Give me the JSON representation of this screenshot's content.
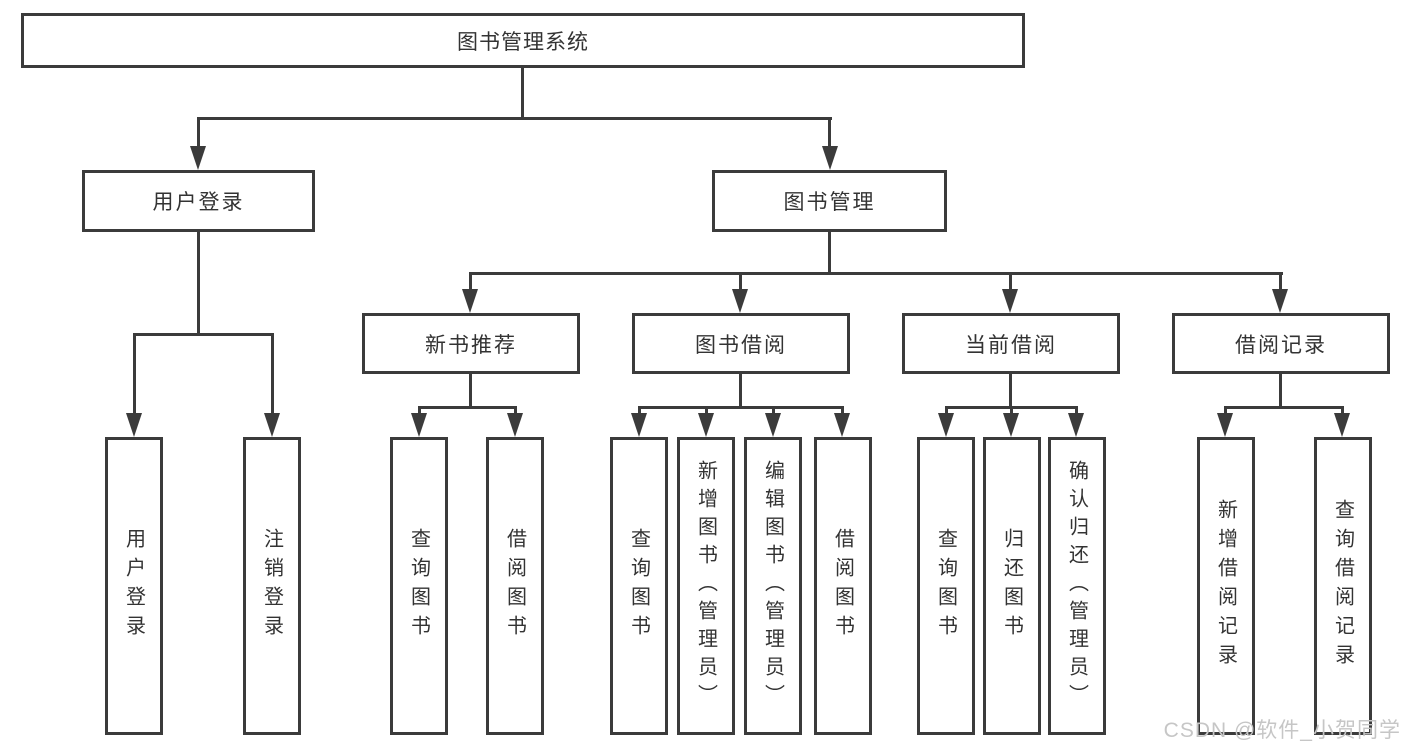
{
  "diagram": {
    "root": "图书管理系统",
    "user_login_branch": {
      "label": "用户登录",
      "children": [
        "用户登录",
        "注销登录"
      ]
    },
    "book_mgmt_branch": {
      "label": "图书管理",
      "groups": [
        {
          "label": "新书推荐",
          "children": [
            "查询图书",
            "借阅图书"
          ]
        },
        {
          "label": "图书借阅",
          "children": [
            "查询图书",
            "新增图书（管理员）",
            "编辑图书（管理员）",
            "借阅图书"
          ]
        },
        {
          "label": "当前借阅",
          "children": [
            "查询图书",
            "归还图书",
            "确认归还（管理员）"
          ]
        },
        {
          "label": "借阅记录",
          "children": [
            "新增借阅记录",
            "查询借阅记录"
          ]
        }
      ]
    },
    "watermark": "CSDN @软件_小贺同学",
    "colors": {
      "line": "#3b3b3b",
      "text": "#333333",
      "watermark": "#c6c6c6",
      "background": "#ffffff"
    }
  }
}
